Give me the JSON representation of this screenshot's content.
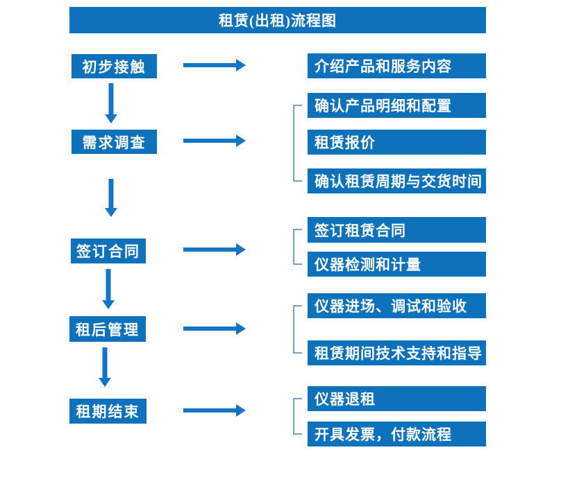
{
  "title": "租赁(出租)流程图",
  "colors": {
    "box_fill": "#0E71BB",
    "arrow": "#1474C8",
    "bracket": "#4C7EB8",
    "text": "#FFFFFF",
    "background": "#FFFFFF"
  },
  "stages": [
    {
      "label": "初步接触",
      "details": [
        "介绍产品和服务内容"
      ]
    },
    {
      "label": "需求调查",
      "details": [
        "确认产品明细和配置",
        "租赁报价",
        "确认租赁周期与交货时间"
      ]
    },
    {
      "label": "签订合同",
      "details": [
        "签订租赁合同",
        "仪器检测和计量"
      ]
    },
    {
      "label": "租后管理",
      "details": [
        "仪器进场、调试和验收",
        "租赁期间技术支持和指导"
      ]
    },
    {
      "label": "租期结束",
      "details": [
        "仪器退租",
        "开具发票，付款流程"
      ]
    }
  ]
}
